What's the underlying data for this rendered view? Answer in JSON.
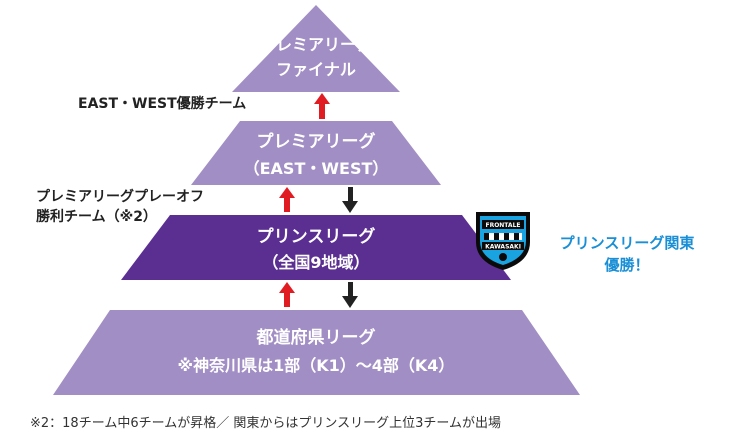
{
  "tiers": {
    "final": {
      "line1": "プレミアリーグ",
      "line2": "ファイナル"
    },
    "premier": {
      "line1": "プレミアリーグ",
      "line2": "（EAST・WEST）"
    },
    "prince": {
      "line1": "プリンスリーグ",
      "line2": "（全国9地域）"
    },
    "prefectural": {
      "line1": "都道府県リーグ",
      "line2": "※神奈川県は1部（K1）〜4部（K4）"
    }
  },
  "side_labels": {
    "east_west": "EAST・WEST優勝チーム",
    "playoff_line1": "プレミアリーグプレーオフ",
    "playoff_line2": "勝利チーム（※2）"
  },
  "kanto": {
    "line1": "プリンスリーグ関東",
    "line2": "優勝！"
  },
  "crest": {
    "top_text": "FRONTALE",
    "bottom_text": "KAWASAKI"
  },
  "footnote": "※2：18チーム中6チームが昇格／ 関東からはプリンスリーグ上位3チームが出場",
  "colors": {
    "tier_light": "#a18ec4",
    "tier_dark": "#5b2f92",
    "arrow_up": "#e11b22",
    "arrow_down": "#222222",
    "kanto_blue": "#1a8fd6"
  }
}
